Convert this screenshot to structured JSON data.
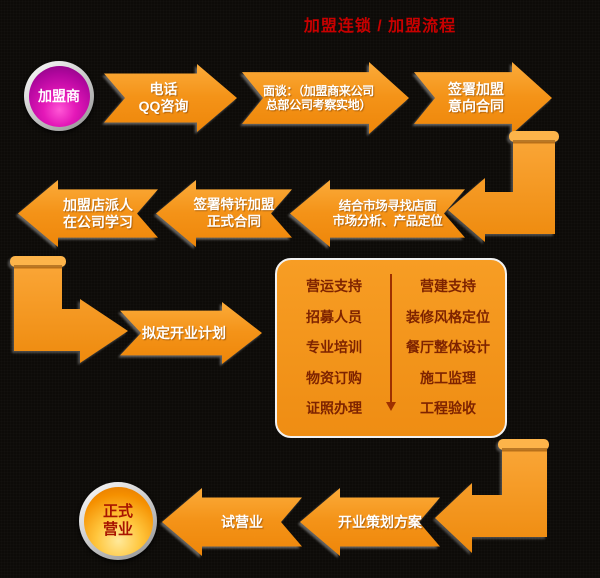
{
  "title": "加盟连锁 / 加盟流程",
  "colors": {
    "background": "#0d0b08",
    "arrow_orange": "#f49318",
    "title_red": "#c80000",
    "box_text_maroon": "#7e2300",
    "start_circle_magenta": "#c90fa8",
    "end_circle_gold": "#f59000"
  },
  "start_node": {
    "label": "加盟商"
  },
  "steps": {
    "consult": {
      "line1": "电话",
      "line2": "QQ咨询"
    },
    "interview": {
      "line1": "面谈：（加盟商来公司",
      "line2": "总部公司考察实地）"
    },
    "intent": {
      "line1": "签署加盟",
      "line2": "意向合同"
    },
    "market": {
      "line1": "结合市场寻找店面",
      "line2": "市场分析、产品定位"
    },
    "contract": {
      "line1": "签署特许加盟",
      "line2": "正式合同"
    },
    "training": {
      "line1": "加盟店派人",
      "line2": "在公司学习"
    },
    "plan": {
      "label": "拟定开业计划"
    },
    "strategy": {
      "label": "开业策划方案"
    },
    "trial": {
      "label": "试营业"
    }
  },
  "support": {
    "left": [
      "营运支持",
      "招募人员",
      "专业培训",
      "物资订购",
      "证照办理"
    ],
    "right": [
      "营建支持",
      "装修风格定位",
      "餐厅整体设计",
      "施工监理",
      "工程验收"
    ]
  },
  "end_node": {
    "line1": "正式",
    "line2": "营业"
  }
}
